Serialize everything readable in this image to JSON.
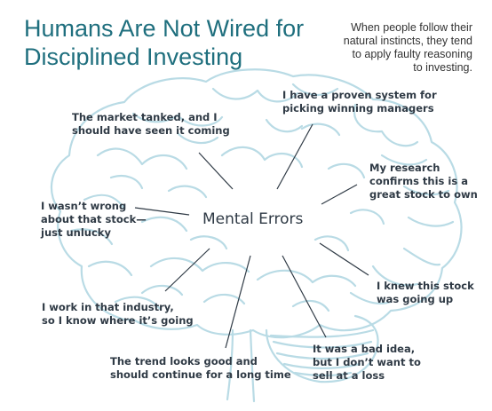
{
  "title": [
    "Humans Are Not Wired for",
    "Disciplined Investing"
  ],
  "subtitle": [
    "When people follow their",
    "natural instincts, they tend",
    "to apply faulty reasoning",
    "to investing."
  ],
  "center_label": "Mental Errors",
  "callouts": [
    {
      "lines": [
        "The market tanked, and I",
        "should have seen it coming"
      ]
    },
    {
      "lines": [
        "I have a proven system for",
        "picking winning managers"
      ]
    },
    {
      "lines": [
        "My research",
        "confirms this is a",
        "great stock to own"
      ]
    },
    {
      "lines": [
        "I wasn’t wrong",
        "about that stock—",
        "just unlucky"
      ]
    },
    {
      "lines": [
        "I knew this stock",
        "was going up"
      ]
    },
    {
      "lines": [
        "I work in that industry,",
        "so I know where it’s going"
      ]
    },
    {
      "lines": [
        "It was a bad idea,",
        "but I don’t want to",
        "sell at a loss"
      ]
    },
    {
      "lines": [
        "The trend looks good and",
        "should continue for a long time"
      ]
    }
  ],
  "colors": {
    "title": "#1f6f7e",
    "brain_outline": "#b9dbe5",
    "leader_line": "#2f3a45",
    "text": "#2f3a45"
  }
}
